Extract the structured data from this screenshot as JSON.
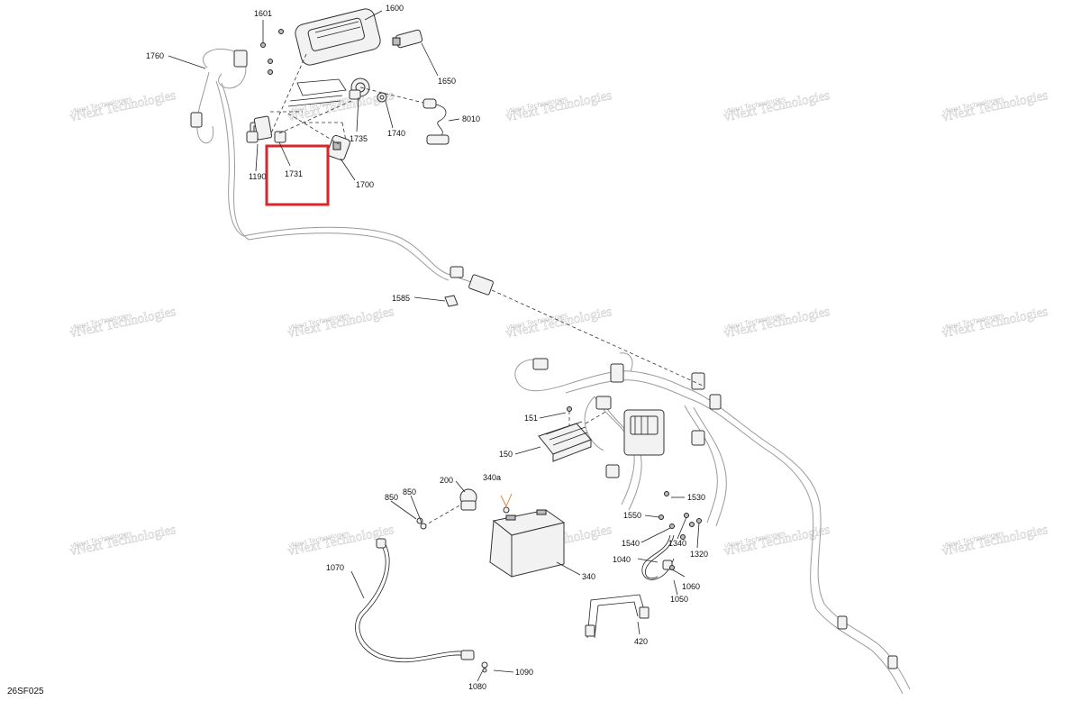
{
  "diagram_code": "26SF025",
  "highlight_label": "1731",
  "watermark": "vNext Technologies",
  "parts": {
    "p1601": "1601",
    "p1600": "1600",
    "p1760": "1760",
    "p1650": "1650",
    "p8010": "8010",
    "p1740": "1740",
    "p1735": "1735",
    "p1700": "1700",
    "p1190": "1190",
    "p1585": "1585",
    "p151": "151",
    "p150": "150",
    "p200": "200",
    "p340a": "340a",
    "p850a": "850",
    "p850b": "850",
    "p340": "340",
    "p1530": "1530",
    "p1550": "1550",
    "p1540": "1540",
    "p1340": "1340",
    "p1320": "1320",
    "p1040": "1040",
    "p1060": "1060",
    "p1050": "1050",
    "p1070": "1070",
    "p420": "420",
    "p1090": "1090",
    "p1080": "1080"
  },
  "colors": {
    "highlight": "#d9262a",
    "accent_leader": "#e07a2b"
  }
}
